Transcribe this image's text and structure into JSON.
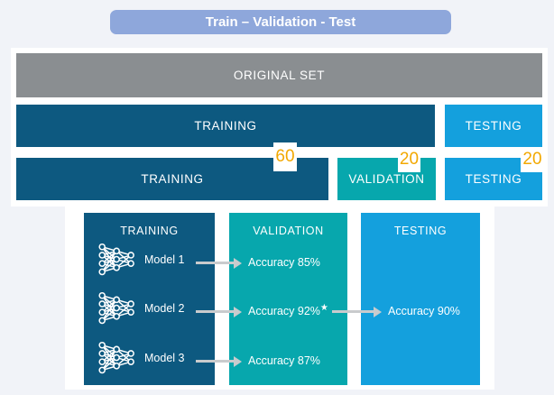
{
  "page": {
    "title": "Train – Validation - Test"
  },
  "top_card": {
    "original_set_label": "ORIGINAL SET",
    "row_train_test": {
      "training_label": "TRAINING",
      "testing_label": "TESTING"
    },
    "row_train_val_test": {
      "training_label": "TRAINING",
      "validation_label": "VALIDATION",
      "testing_label": "TESTING"
    },
    "split_percentages": {
      "train": "60",
      "validation": "20",
      "test": "20"
    }
  },
  "bottom_card": {
    "training": {
      "title": "TRAINING",
      "models": [
        "Model 1",
        "Model 2",
        "Model 3"
      ]
    },
    "validation": {
      "title": "VALIDATION",
      "results": [
        "Accuracy 85%",
        "Accuracy 92%",
        "Accuracy 87%"
      ],
      "best_marker": "★"
    },
    "testing": {
      "title": "TESTING",
      "result": "Accuracy 90%"
    }
  },
  "colors": {
    "background": "#f1f3f8",
    "title_pill": "#8ea7db",
    "original_set_gray": "#8a8e91",
    "training_dark_blue": "#0d5980",
    "validation_teal": "#07a7ad",
    "testing_light_blue": "#14a0dd",
    "percentage_amber": "#f2a800",
    "arrow_gray": "#c9cbcd"
  }
}
